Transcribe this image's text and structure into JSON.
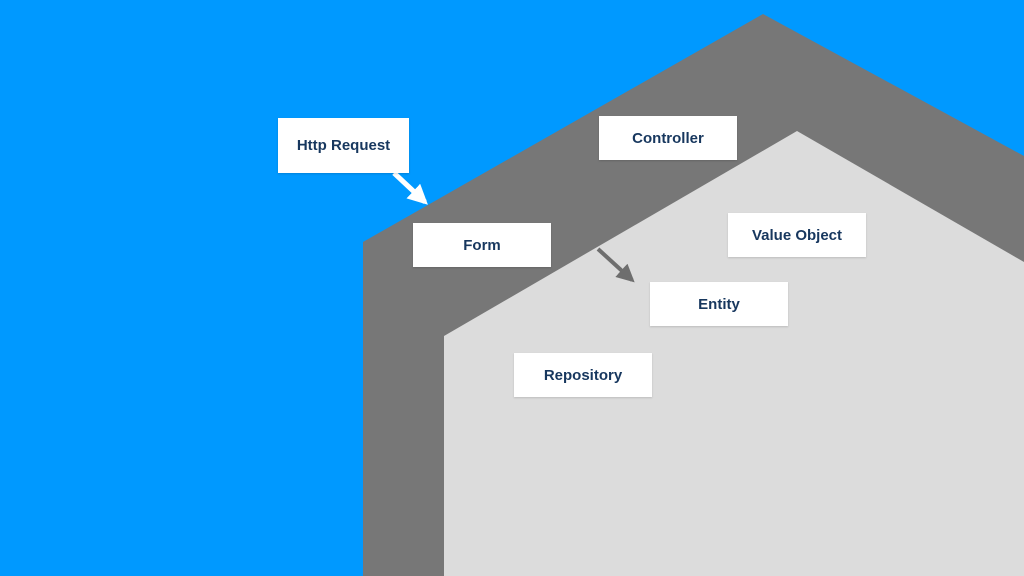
{
  "colors": {
    "background": "#0099ff",
    "outer_layer": "#777777",
    "inner_layer": "#dcdcdc",
    "box_fill": "#ffffff",
    "box_text": "#17375e",
    "arrow_white": "#ffffff",
    "arrow_gray": "#6e6e6e"
  },
  "labels": {
    "http_request": "Http Request",
    "controller": "Controller",
    "form": "Form",
    "value_object": "Value Object",
    "entity": "Entity",
    "repository": "Repository"
  }
}
